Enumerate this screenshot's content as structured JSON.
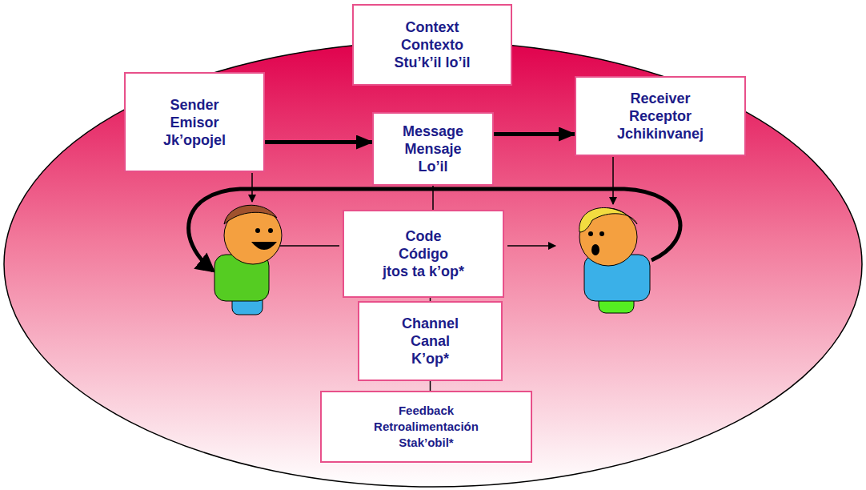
{
  "diagram": {
    "nodes": [
      {
        "text": [
          "Context",
          "Contexto",
          "Stu’k’il lo’il"
        ]
      },
      {
        "text": [
          "Sender",
          "Emisor",
          "Jk’opojel"
        ]
      },
      {
        "text": [
          "Message",
          "Mensaje",
          "Lo’il"
        ]
      },
      {
        "text": [
          "Receiver",
          "Receptor",
          "Jchikinvanej"
        ]
      },
      {
        "text": [
          "Code",
          "Código",
          "jtos ta k’op*"
        ]
      },
      {
        "text": [
          "Channel",
          "Canal",
          "K’op*"
        ]
      },
      {
        "text": [
          "Feedback",
          "Retroalimentación",
          "Stak’obil*"
        ]
      }
    ],
    "edges": [
      {
        "from": 1,
        "to": 2,
        "arrow": "to"
      },
      {
        "from": 2,
        "to": 3,
        "arrow": "to"
      },
      {
        "from": 2,
        "to": 4,
        "arrow": "none"
      },
      {
        "from": 4,
        "to": 5,
        "arrow": "none"
      },
      {
        "from": 5,
        "to": 6,
        "arrow": "none"
      }
    ]
  }
}
